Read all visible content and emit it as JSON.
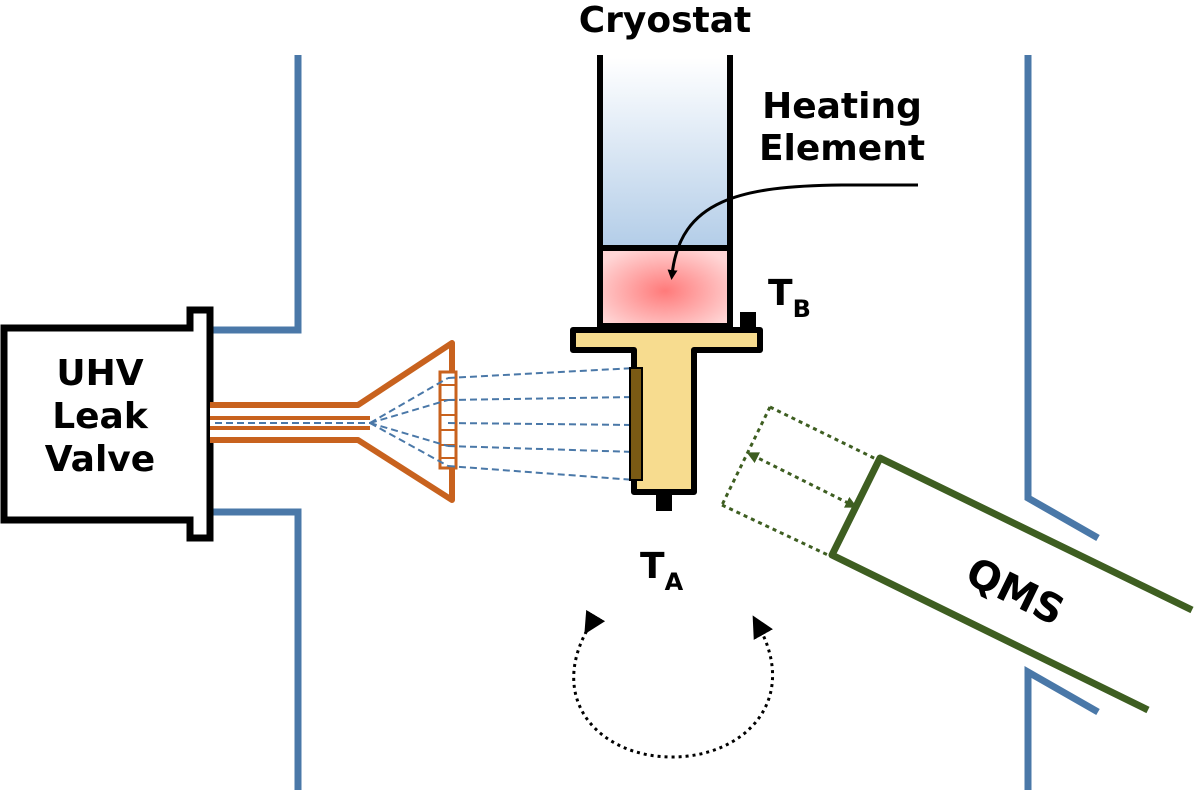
{
  "labels": {
    "cryostat": "Cryostat",
    "heating_line1": "Heating",
    "heating_line2": "Element",
    "leak_line1": "UHV",
    "leak_line2": "Leak",
    "leak_line3": "Valve",
    "qms": "QMS",
    "tb_main": "T",
    "tb_sub": "B",
    "ta_main": "T",
    "ta_sub": "A"
  },
  "colors": {
    "chamber_wall": "#4a78a8",
    "doser": "#c8621e",
    "qms": "#3e5e21",
    "sample_holder": "#f7dc8f",
    "crystal": "#7a5a14",
    "gas_beam": "#4a78a8"
  }
}
